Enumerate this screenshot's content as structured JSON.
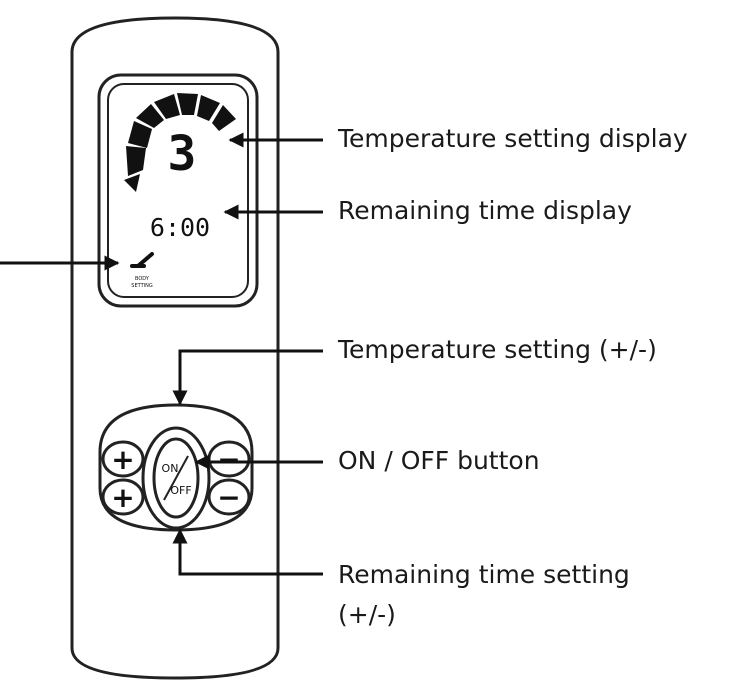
{
  "display": {
    "temperature_value": "3",
    "remaining_time": "6:00",
    "mode_icon_caption_line1": "BODY",
    "mode_icon_caption_line2": "SETTING"
  },
  "buttons": {
    "plus_symbol": "+",
    "minus_symbol": "−",
    "power_on": "ON",
    "power_off": "OFF"
  },
  "callouts": {
    "temperature_display": "Temperature setting display",
    "time_display": "Remaining time display",
    "temperature_setting": "Temperature setting (+/-)",
    "power_button": "ON / OFF button",
    "time_setting_line1": "Remaining time setting",
    "time_setting_line2": "(+/-)"
  },
  "colors": {
    "ink": "#111111",
    "panel": "#ffffff",
    "arrow": "#111111"
  }
}
